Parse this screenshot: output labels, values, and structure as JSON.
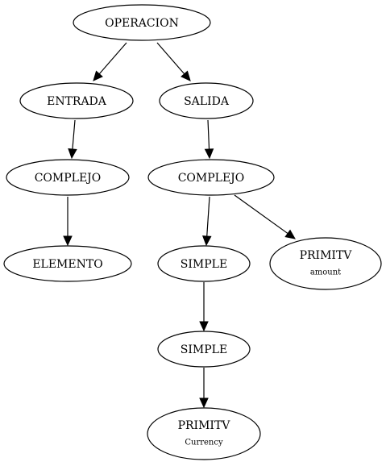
{
  "nodes": {
    "operacion": {
      "label": "OPERACION"
    },
    "entrada": {
      "label": "ENTRADA"
    },
    "salida": {
      "label": "SALIDA"
    },
    "complejo_left": {
      "label": "COMPLEJO"
    },
    "complejo_right": {
      "label": "COMPLEJO"
    },
    "elemento": {
      "label": "ELEMENTO"
    },
    "simple_1": {
      "label": "SIMPLE"
    },
    "primitv_amount": {
      "label": "PRIMITV",
      "sublabel": "amount"
    },
    "simple_2": {
      "label": "SIMPLE"
    },
    "primitv_currency": {
      "label": "PRIMITV",
      "sublabel": "Currency"
    }
  },
  "edges": [
    {
      "from": "operacion",
      "to": "entrada"
    },
    {
      "from": "operacion",
      "to": "salida"
    },
    {
      "from": "entrada",
      "to": "complejo_left"
    },
    {
      "from": "complejo_left",
      "to": "elemento"
    },
    {
      "from": "salida",
      "to": "complejo_right"
    },
    {
      "from": "complejo_right",
      "to": "simple_1"
    },
    {
      "from": "complejo_right",
      "to": "primitv_amount"
    },
    {
      "from": "simple_1",
      "to": "simple_2"
    },
    {
      "from": "simple_2",
      "to": "primitv_currency"
    }
  ]
}
